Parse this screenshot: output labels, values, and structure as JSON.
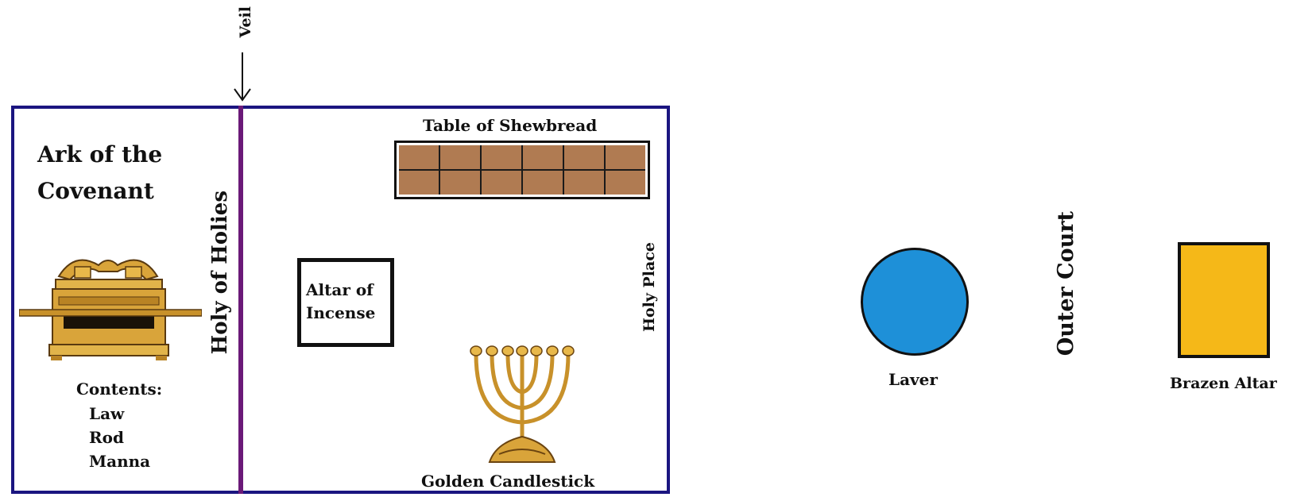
{
  "labels": {
    "veil": "Veil",
    "ark_line1": "Ark of the",
    "ark_line2": "Covenant",
    "holy_of_holies": "Holy of Holies",
    "contents_title": "Contents:",
    "contents": [
      "Law",
      "Rod",
      "Manna"
    ],
    "table_of_shewbread": "Table of Shewbread",
    "altar_line1": "Altar of",
    "altar_line2": "Incense",
    "holy_place": "Holy Place",
    "golden_candlestick": "Golden Candlestick",
    "laver": "Laver",
    "outer_court": "Outer Court",
    "brazen_altar": "Brazen Altar"
  },
  "colors": {
    "tabernacle_border": "#1b1580",
    "veil": "#6b1a78",
    "table": "#b07b52",
    "laver": "#1e90d8",
    "brazen_altar": "#f5b818",
    "gold": "#c8912a"
  },
  "icons": [
    "arrow-down-icon",
    "ark-of-covenant-icon",
    "menorah-icon"
  ]
}
